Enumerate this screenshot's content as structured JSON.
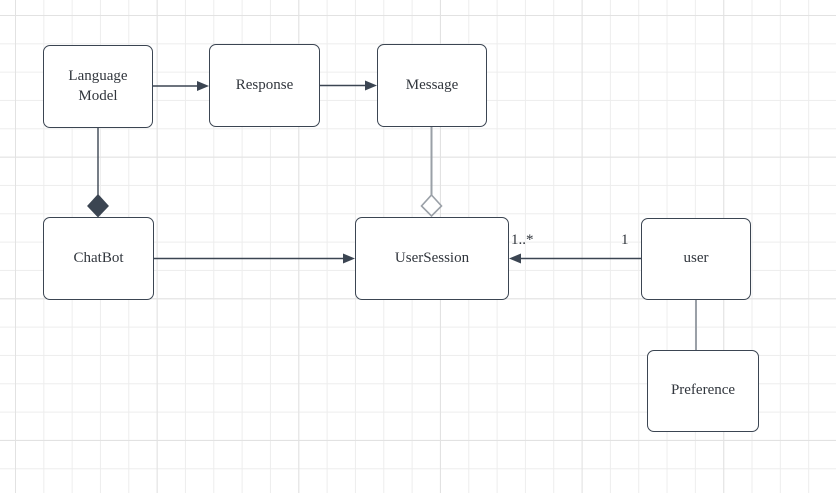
{
  "diagram": {
    "nodes": {
      "language_model": {
        "label": "Language Model"
      },
      "response": {
        "label": "Response"
      },
      "message": {
        "label": "Message"
      },
      "chatbot": {
        "label": "ChatBot"
      },
      "user_session": {
        "label": "UserSession"
      },
      "user": {
        "label": "user"
      },
      "preference": {
        "label": "Preference"
      }
    },
    "edges": [
      {
        "from": "language_model",
        "to": "response",
        "type": "arrow"
      },
      {
        "from": "response",
        "to": "message",
        "type": "arrow"
      },
      {
        "from": "language_model",
        "to": "chatbot",
        "type": "composition-filled-diamond"
      },
      {
        "from": "message",
        "to": "user_session",
        "type": "aggregation-hollow-diamond"
      },
      {
        "from": "chatbot",
        "to": "user_session",
        "type": "arrow"
      },
      {
        "from": "user",
        "to": "user_session",
        "type": "arrow",
        "source_multiplicity": "1",
        "target_multiplicity": "1..*"
      },
      {
        "from": "user",
        "to": "preference",
        "type": "line"
      }
    ],
    "edge_labels": {
      "many": "1..*",
      "one": "1"
    },
    "colors": {
      "canvas_bg": "#ffffff",
      "grid_minor": "#ededed",
      "grid_major": "#e2e2e2",
      "node_fill": "#ffffff",
      "node_border": "#3b4552",
      "edge_dark": "#3b4552",
      "edge_light": "#9aa0a7",
      "text": "#31363d"
    }
  }
}
